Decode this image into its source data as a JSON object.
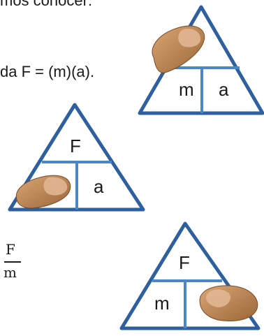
{
  "intro_line": "mos conocer:",
  "formula_line": "da F = (m)(a).",
  "fraction": {
    "numerator": "F",
    "denominator": "m"
  },
  "triangles": {
    "top_right": {
      "bottom_left": "m",
      "bottom_right": "a"
    },
    "middle_left": {
      "top": "F",
      "bottom_right": "a"
    },
    "bottom_right": {
      "top": "F",
      "bottom_left": "m"
    }
  },
  "colors": {
    "triangle_stroke": "#2e5f9e",
    "divider": "#4b86c6",
    "thumb": "#c58a55"
  }
}
